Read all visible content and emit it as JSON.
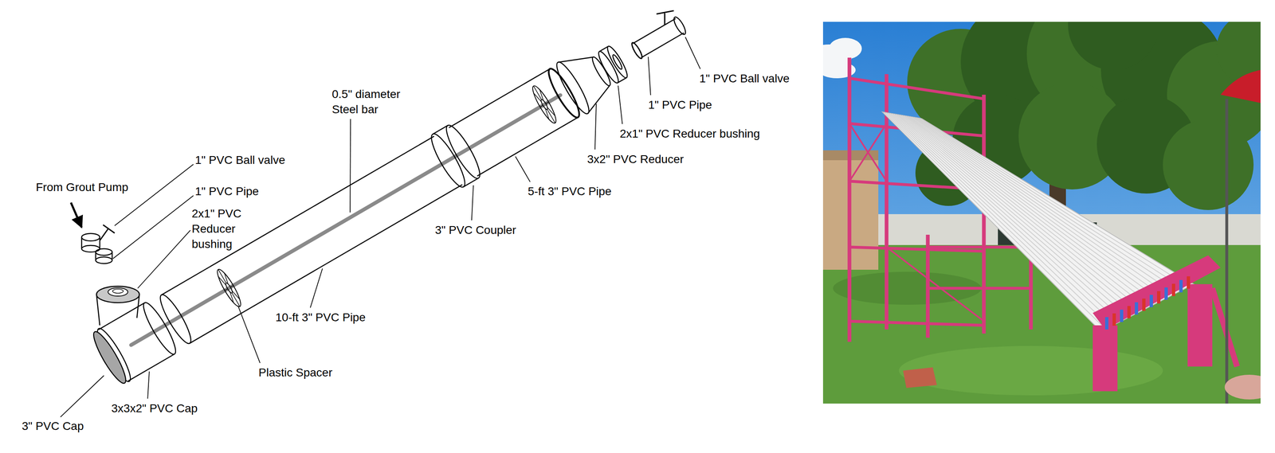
{
  "diagram": {
    "labels": [
      "0.5\" diameter Steel bar",
      "1\" PVC Ball valve",
      "1\" PVC Pipe",
      "2x1\" PVC Reducer bushing",
      "3x2\" PVC Reducer",
      "5-ft 3\" PVC Pipe",
      "3\" PVC Coupler",
      "1\" PVC Ball valve",
      "From Grout Pump",
      "1\" PVC Pipe",
      "2x1\" PVC Reducer bushing",
      "10-ft 3\" PVC Pipe",
      "Plastic Spacer",
      "3x3x2\" PVC Cap",
      "3\" PVC Cap"
    ]
  }
}
